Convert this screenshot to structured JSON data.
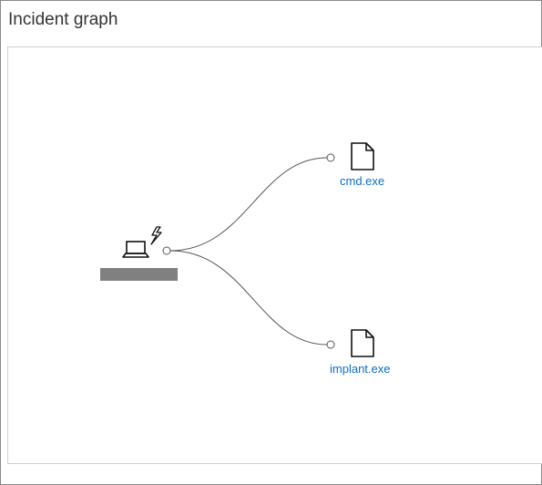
{
  "panel": {
    "title": "Incident graph"
  },
  "graph": {
    "root": {
      "icon": "laptop-alert-icon",
      "label_redacted": true
    },
    "children": [
      {
        "icon": "file-icon",
        "label": "cmd.exe"
      },
      {
        "icon": "file-icon",
        "label": "implant.exe"
      }
    ],
    "colors": {
      "link": "#0b6fc4",
      "edge": "#555555",
      "redaction": "#808080"
    }
  }
}
